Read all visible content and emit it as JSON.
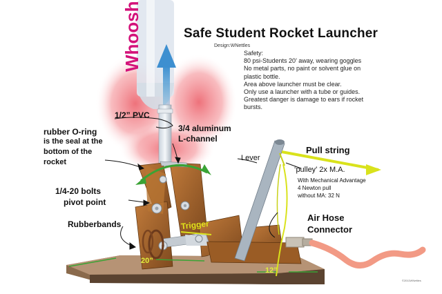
{
  "title": "Safe Student Rocket Launcher",
  "design_credit": "Design:WNettles",
  "safety_notes": [
    "Safety:",
    "80 psi-Students 20’ away, wearing goggles",
    "No metal parts, no paint or solvent glue on",
    "plastic bottle.",
    "Area above launcher must be clear.",
    "Only use a launcher with a tube or guides.",
    "Greatest danger is damage to ears if rocket",
    "bursts."
  ],
  "labels": {
    "whoosh": "Whoosh!",
    "pvc": "1/2” PVC",
    "oring_title": "rubber O-ring",
    "oring_l1": "is the seal at the",
    "oring_l2": "bottom of the",
    "oring_l3": "rocket",
    "channel_l1": "3/4 aluminum",
    "channel_l2": "L-channel",
    "bolts": "1/4-20 bolts",
    "pivot": "pivot point",
    "rubberbands": "Rubberbands",
    "trigger": "Trigger",
    "lever": "Lever",
    "pull_string": "Pull string",
    "pulley_l1": "‘pulley’ 2x M.A.",
    "pulley_l2": "With Mechanical Advantage",
    "pulley_l3": "4 Newton pull",
    "pulley_l4": "without MA: 32 N",
    "airhose_l1": "Air Hose",
    "airhose_l2": "Connector",
    "dim_width": "20”",
    "dim_depth": "12”",
    "copyright": "©2011WNettles"
  },
  "colors": {
    "accent_magenta": "#d3127a",
    "arrow_green": "#3aa335",
    "rope_yellow": "#d9e21c",
    "hose_salmon": "#f29a85",
    "wood": "#a0622a",
    "blast_red": "#e8434f",
    "air_blue": "#5aa8d8"
  }
}
